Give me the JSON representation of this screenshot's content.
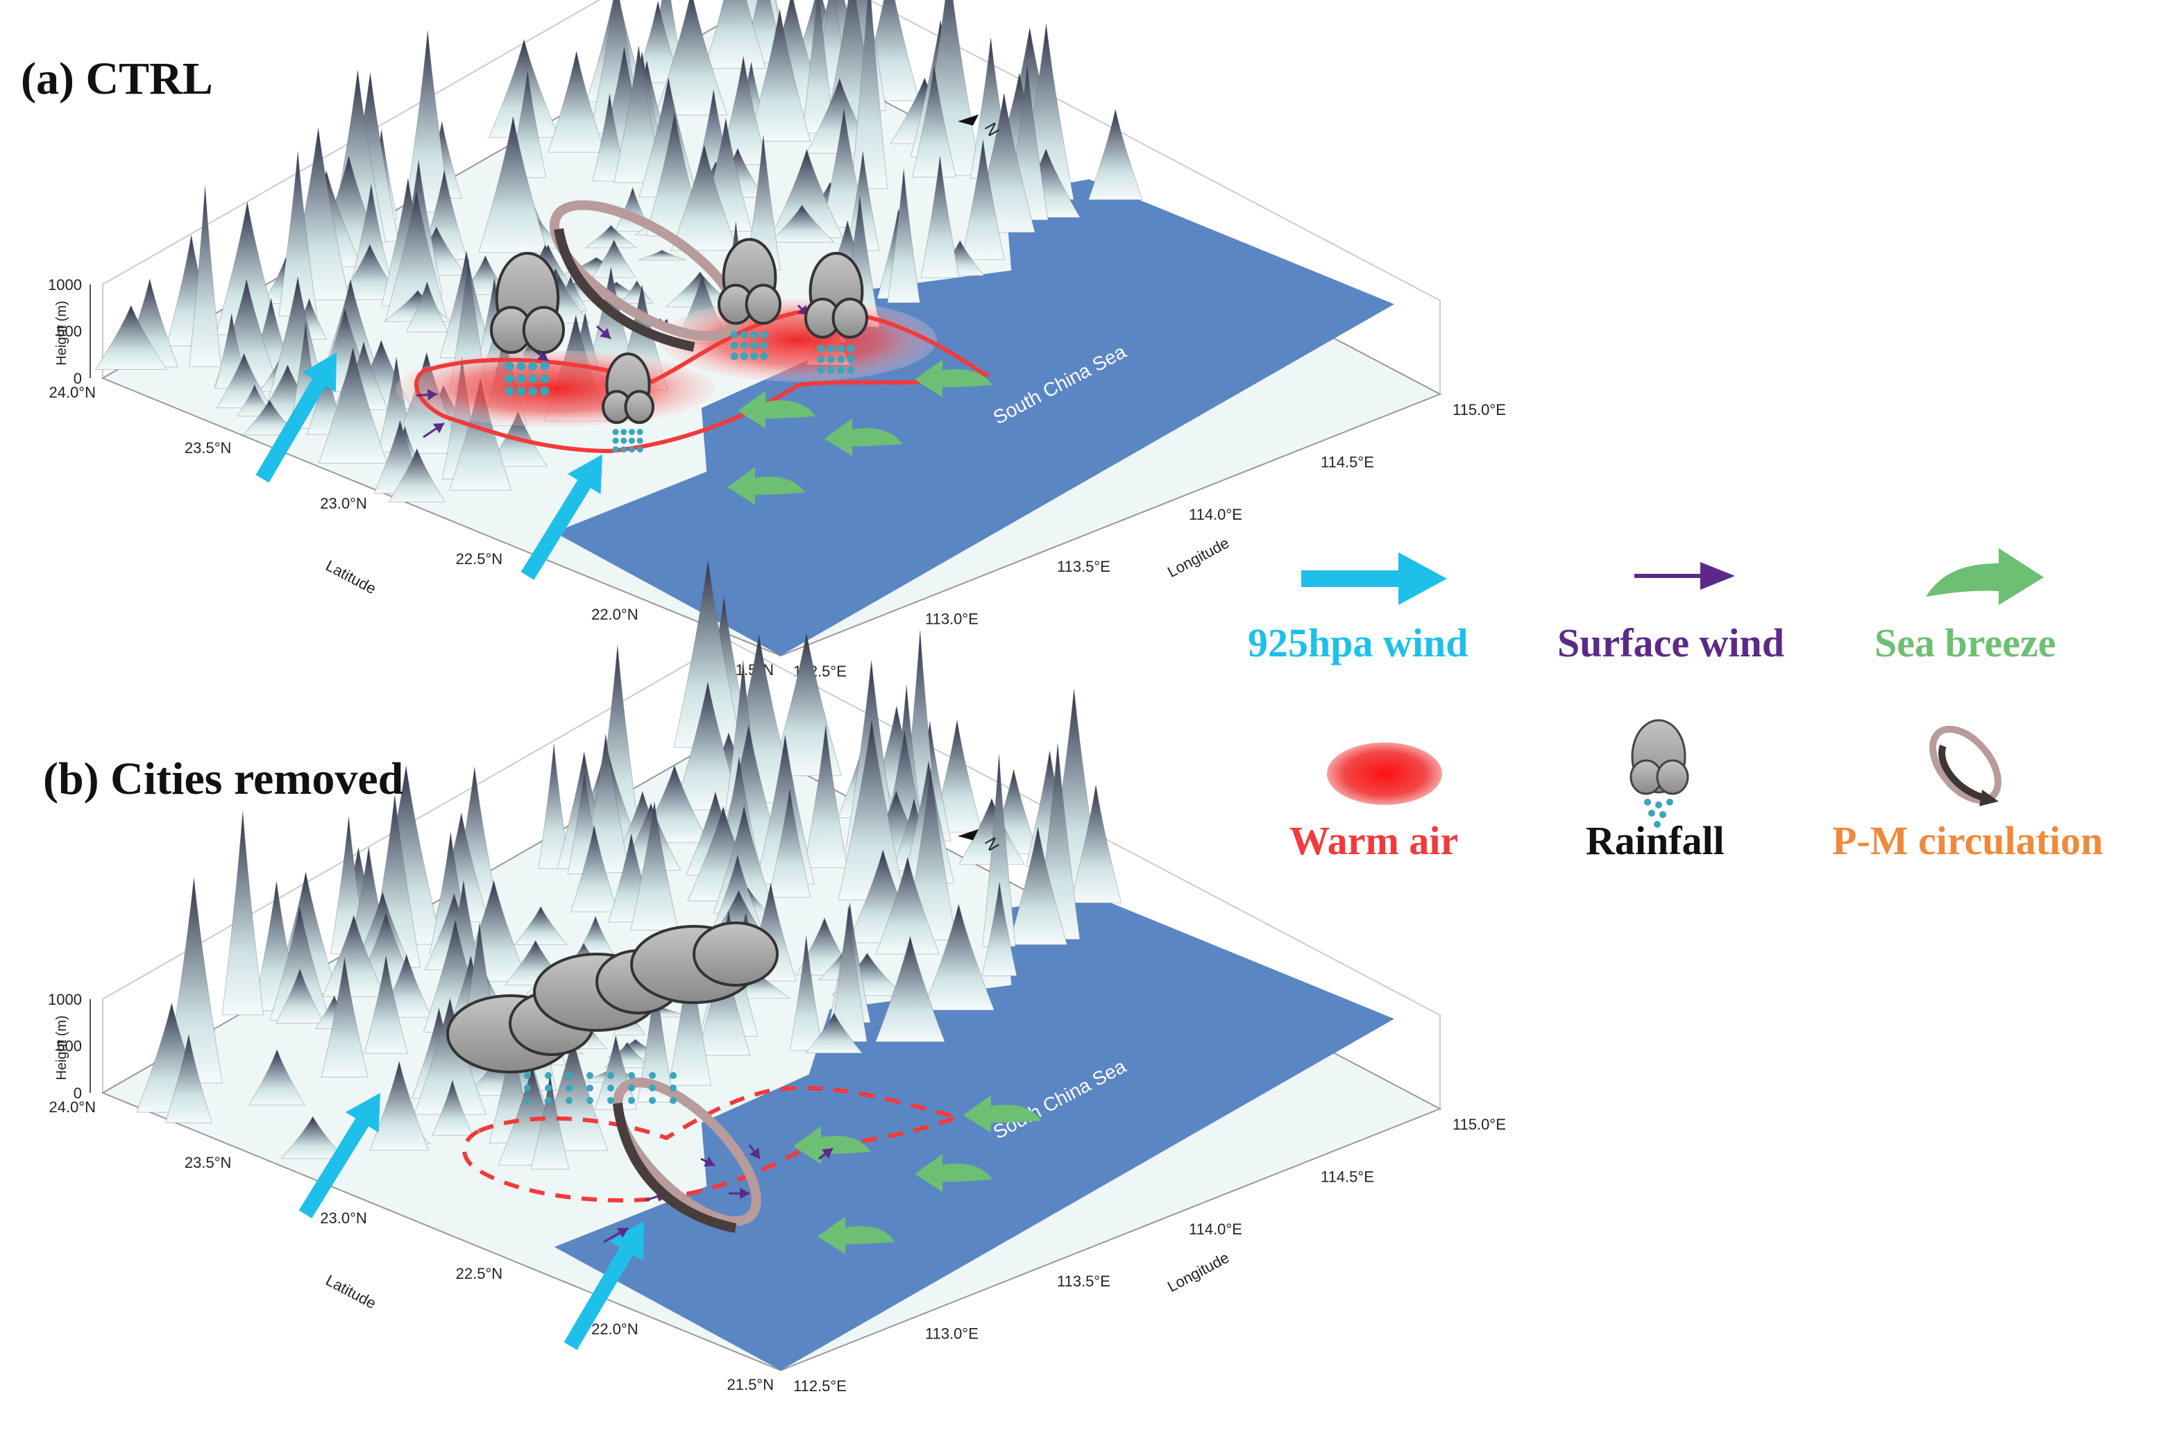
{
  "panels": [
    {
      "id": "a",
      "title": "(a) CTRL",
      "height_axis": {
        "label": "Height (m)",
        "ticks": [
          "1000",
          "500",
          "0"
        ]
      },
      "latitude_axis": {
        "label": "Latitude",
        "ticks": [
          "24.0°N",
          "23.5°N",
          "23.0°N",
          "22.5°N",
          "22.0°N",
          "21.5°N"
        ]
      },
      "longitude_axis": {
        "label": "Longitude",
        "ticks": [
          "112.5°E",
          "113.0°E",
          "113.5°E",
          "114.0°E",
          "114.5°E",
          "115.0°E"
        ]
      },
      "sea_label": "South China Sea",
      "north_label": "N"
    },
    {
      "id": "b",
      "title": "(b) Cities removed",
      "height_axis": {
        "label": "Height (m)",
        "ticks": [
          "1000",
          "500",
          "0"
        ]
      },
      "latitude_axis": {
        "label": "Latitude",
        "ticks": [
          "24.0°N",
          "23.5°N",
          "23.0°N",
          "22.5°N",
          "22.0°N",
          "21.5°N"
        ]
      },
      "longitude_axis": {
        "label": "Longitude",
        "ticks": [
          "112.5°E",
          "113.0°E",
          "113.5°E",
          "114.0°E",
          "114.5°E",
          "115.0°E"
        ]
      },
      "sea_label": "South China Sea",
      "north_label": "N"
    }
  ],
  "legend": [
    {
      "key": "wind925",
      "label": "925hpa wind",
      "color": "#1ec0ea",
      "icon": "cyan-arrow-icon"
    },
    {
      "key": "surface",
      "label": "Surface wind",
      "color": "#5b2a86",
      "icon": "purple-arrow-icon"
    },
    {
      "key": "breeze",
      "label": "Sea breeze",
      "color": "#6dbf73",
      "icon": "green-curved-arrow-icon"
    },
    {
      "key": "warm",
      "label": "Warm air",
      "color": "#f23a3a",
      "icon": "red-ellipse-icon"
    },
    {
      "key": "rain",
      "label": "Rainfall",
      "color": "#111111",
      "icon": "rain-cloud-icon"
    },
    {
      "key": "pm",
      "label": "P-M circulation",
      "color": "#ee8a3a",
      "icon": "circulation-loop-icon"
    }
  ],
  "colors": {
    "sea": "#5b86c4",
    "terrain_dark": "#3b3f52",
    "terrain_light": "#e8f3f3",
    "warm_air": "#f23a3a",
    "wind925": "#1ec0ea",
    "surface_wind": "#5b2a86",
    "sea_breeze": "#6dbf73",
    "circulation": "#4a3d3d",
    "cloud": "#9d9d9d",
    "rain_drop": "#3aa6b9"
  }
}
